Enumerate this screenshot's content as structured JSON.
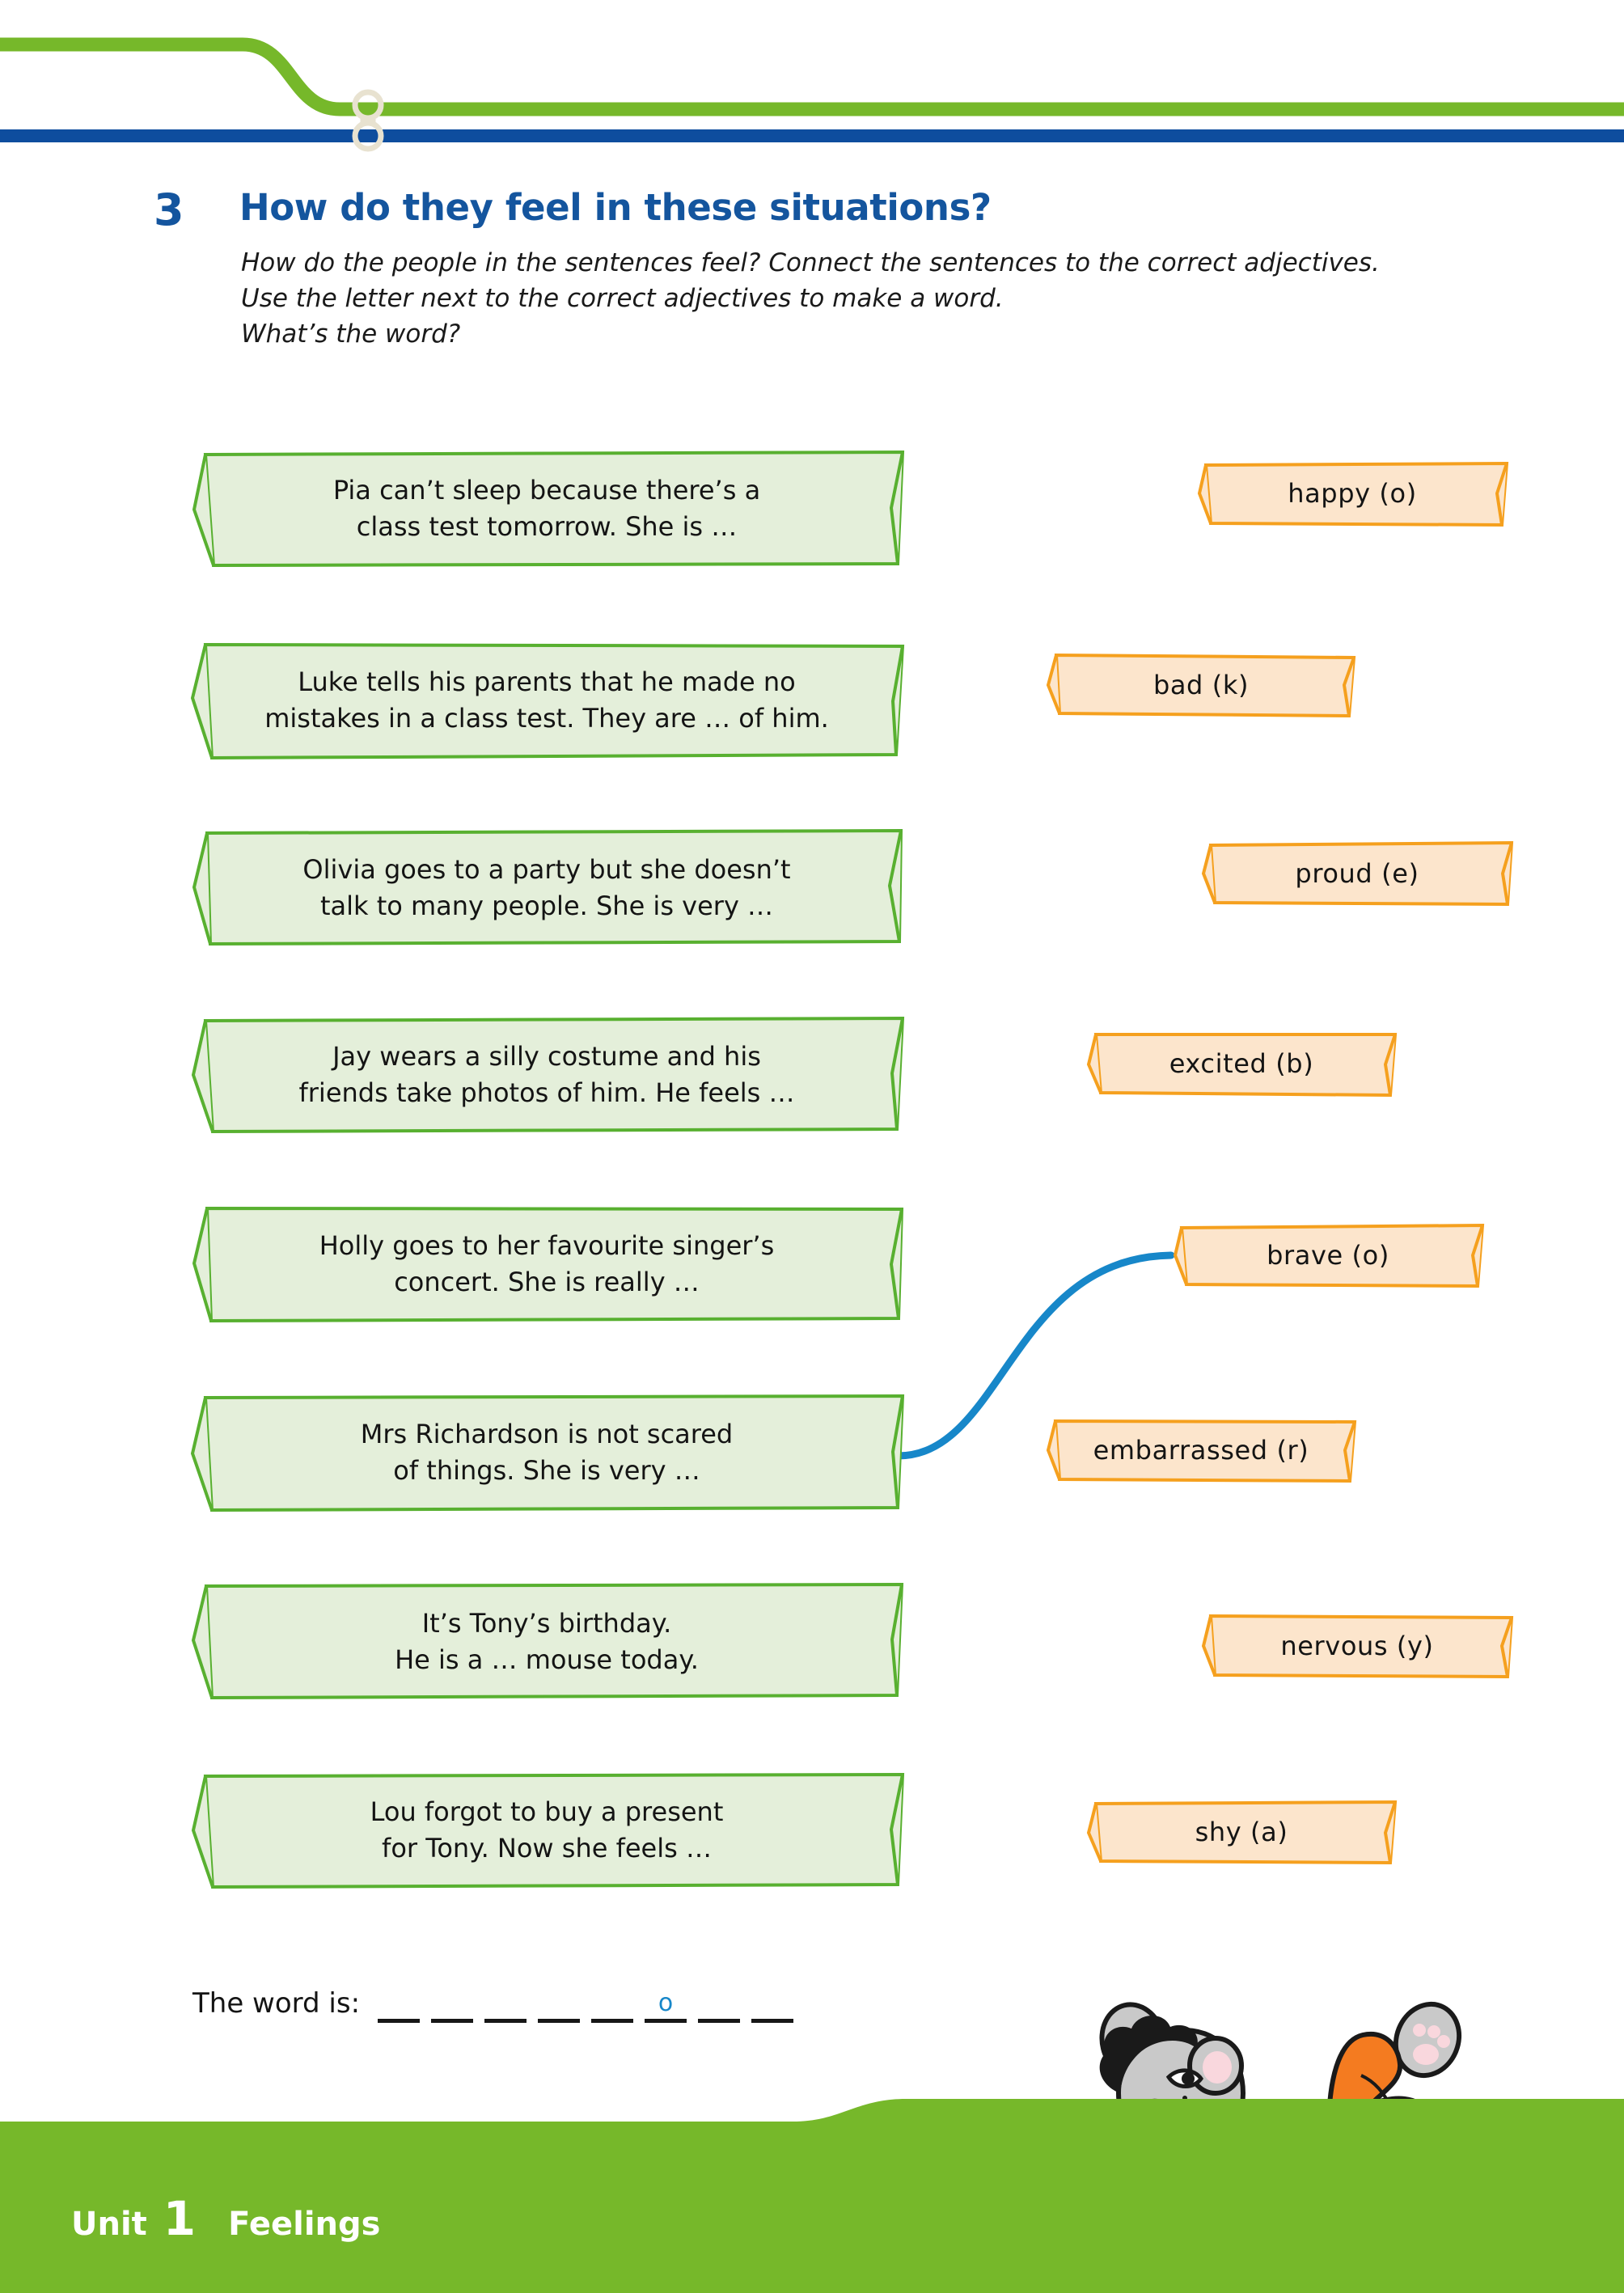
{
  "page": {
    "background_color": "#ffffff",
    "accent_blue": "#14559e",
    "accent_green": "#76b82a",
    "connector_blue": "#1787c9"
  },
  "header": {
    "exercise_number": "3",
    "title": "How do they feel in these situations?",
    "instructions": [
      "How do the people in the sentences feel? Connect the sentences to the correct adjectives.",
      "Use the letter next to the correct adjectives to make a word.",
      "What’s the word?"
    ]
  },
  "sentences": [
    {
      "line1": "Pia can’t sleep because there’s a",
      "line2": "class test tomorrow. She is …"
    },
    {
      "line1": "Luke tells his parents that he made no",
      "line2": "mistakes in a class test. They are … of him."
    },
    {
      "line1": "Olivia goes to a party but she doesn’t",
      "line2": "talk to many people. She is very …"
    },
    {
      "line1": "Jay wears a silly costume and his",
      "line2": "friends take photos of him. He feels …"
    },
    {
      "line1": "Holly goes to her favourite singer’s",
      "line2": "concert. She is really …"
    },
    {
      "line1": "Mrs Richardson is not scared",
      "line2": "of things. She is very …"
    },
    {
      "line1": "It’s Tony’s birthday.",
      "line2": "He is a … mouse today."
    },
    {
      "line1": "Lou forgot to buy a present",
      "line2": "for Tony. Now she feels …"
    }
  ],
  "adjectives": [
    {
      "label": "happy (o)"
    },
    {
      "label": "bad (k)"
    },
    {
      "label": "proud (e)"
    },
    {
      "label": "excited (b)"
    },
    {
      "label": "brave (o)"
    },
    {
      "label": "embarrassed (r)"
    },
    {
      "label": "nervous (y)"
    },
    {
      "label": "shy (a)"
    }
  ],
  "connections": [
    {
      "from": "sentence-6",
      "to": "adjective-brave"
    }
  ],
  "answer_line": {
    "label": "The word is:",
    "blanks": [
      "",
      "",
      "",
      "",
      "",
      "o",
      "",
      ""
    ]
  },
  "footer": {
    "unit_word": "Unit",
    "unit_number": "1",
    "topic": "Feelings"
  },
  "illustration": {
    "name": "mouse-character",
    "shirt_colors": [
      "#8cc63f",
      "#00a651"
    ],
    "trousers_color": "#f47b20",
    "body_color": "#c8c8c8"
  }
}
